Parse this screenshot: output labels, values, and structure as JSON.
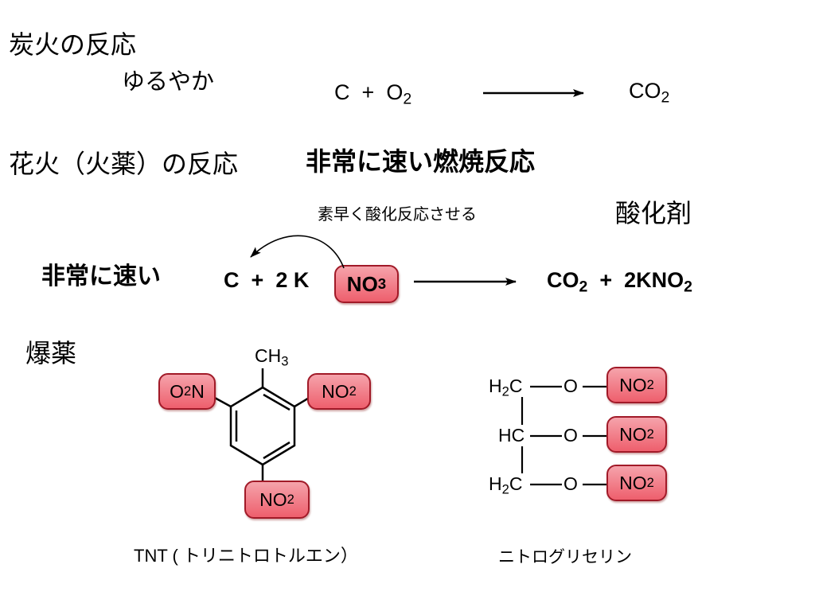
{
  "section_charcoal": {
    "title": "炭火の反応",
    "speed": "ゆるやか"
  },
  "eq1": {
    "lhs_c": "C",
    "plus": "+",
    "o": "O",
    "o_sub": "2",
    "product": "CO",
    "product_sub": "2"
  },
  "section_firework": {
    "title": "花火（火薬）の反応",
    "headline": "非常に速い燃焼反応"
  },
  "eq2": {
    "annotation": "素早く酸化反応させる",
    "oxidizer_label": "酸化剤",
    "speed": "非常に速い",
    "c": "C",
    "plus": "+",
    "coef_k": "2 K",
    "no": "NO",
    "no_sub": "3",
    "co": "CO",
    "co_sub": "2",
    "plus2": "+",
    "kno": "2KNO",
    "kno_sub": "2"
  },
  "section_explosive": {
    "title": "爆薬"
  },
  "tnt": {
    "ch": "CH",
    "ch_sub": "3",
    "o2n_o": "O",
    "o2n_sub": "2",
    "o2n_n": "N",
    "no2_right": "NO",
    "no2_right_sub": "2",
    "no2_bottom": "NO",
    "no2_bottom_sub": "2",
    "caption": "TNT ( トリニトロトルエン）"
  },
  "nitroglycerin": {
    "rows": [
      {
        "h": "H",
        "h_sub": "2",
        "c": "C",
        "o": "O",
        "no": "NO",
        "no_sub": "2"
      },
      {
        "h": "HC",
        "h_sub": "",
        "c": "",
        "o": "O",
        "no": "NO",
        "no_sub": "2"
      },
      {
        "h": "H",
        "h_sub": "2",
        "c": "C",
        "o": "O",
        "no": "NO",
        "no_sub": "2"
      }
    ],
    "caption": "ニトログリセリン"
  },
  "colors": {
    "highlight": "#ee5f6d",
    "highlight_border": "#a11a28"
  }
}
